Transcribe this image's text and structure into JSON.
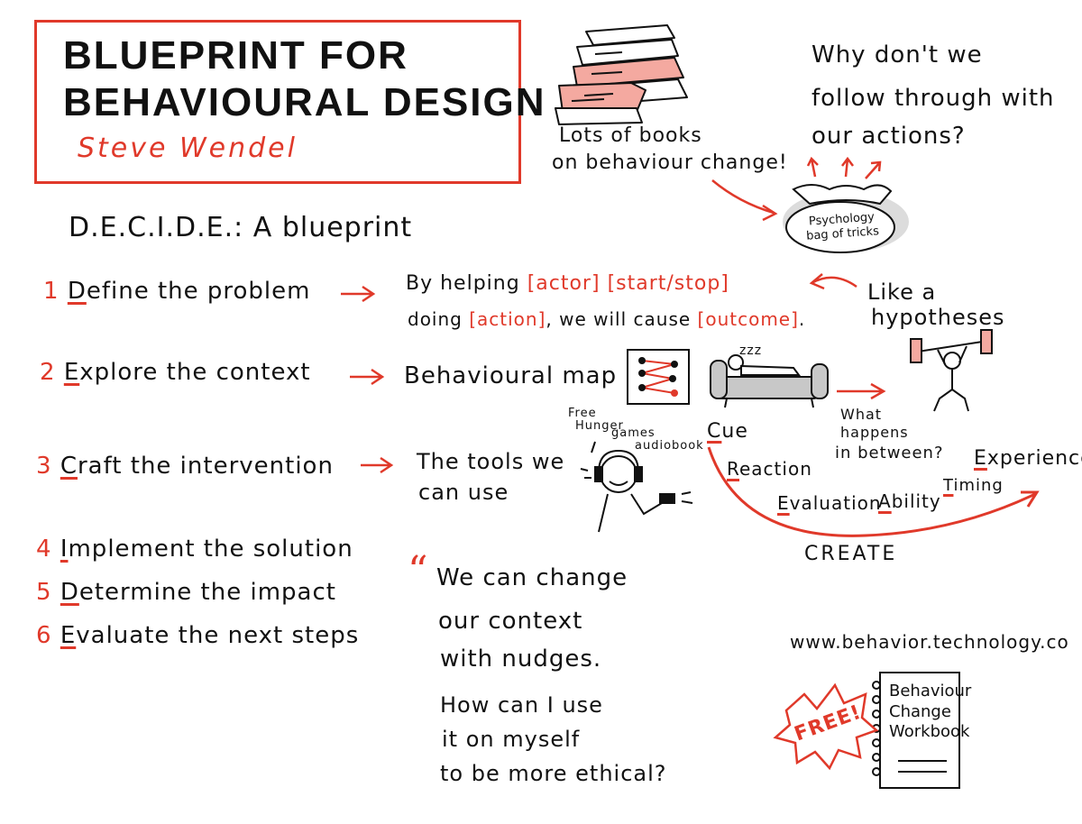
{
  "title": {
    "line1": "BLUEPRINT FOR",
    "line2": "BEHAVIOURAL DESIGN",
    "author": "Steve Wendel"
  },
  "books_note": {
    "line1": "Lots of books",
    "line2": "on behaviour change!"
  },
  "question": {
    "line1": "Why don't we",
    "line2": "follow through with",
    "line3": "our actions?"
  },
  "bag": {
    "line1": "Psychology",
    "line2": "bag of tricks"
  },
  "decide_heading": "D.E.C.I.D.E.: A blueprint",
  "steps": [
    {
      "number": "1",
      "initial": "D",
      "rest": "efine the problem"
    },
    {
      "number": "2",
      "initial": "E",
      "rest": "xplore the context"
    },
    {
      "number": "3",
      "initial": "C",
      "rest": "raft the intervention"
    },
    {
      "number": "4",
      "initial": "I",
      "rest": "mplement the solution"
    },
    {
      "number": "5",
      "initial": "D",
      "rest": "etermine the impact"
    },
    {
      "number": "6",
      "initial": "E",
      "rest": "valuate the next steps"
    }
  ],
  "step1_result": {
    "part1": "By helping",
    "actor": "[actor]",
    "startstop": "[start/stop]",
    "part2": "doing",
    "action": "[action]",
    "part3": ", we will cause",
    "outcome": "[outcome]",
    "end": "."
  },
  "hypothesis": {
    "line1": "Like a",
    "line2": "hypotheses"
  },
  "step2_result": "Behavioural map",
  "sleep_text": "zzz",
  "between": {
    "line1": "What",
    "line2": "happens",
    "line3": "in between?"
  },
  "step3_result": {
    "line1": "The tools we",
    "line2": "can use"
  },
  "audiobook": {
    "line1": "Free",
    "line2": "Hunger",
    "line3": "games",
    "line4": "audiobook"
  },
  "create": {
    "cue_initial": "C",
    "cue_rest": "ue",
    "reaction_initial": "R",
    "reaction_rest": "eaction",
    "evaluation_initial": "E",
    "evaluation_rest": "valuation",
    "ability_initial": "A",
    "ability_rest": "bility",
    "timing_initial": "T",
    "timing_rest": "iming",
    "experience_initial": "E",
    "experience_rest": "xperience",
    "label": "CREATE"
  },
  "quote": {
    "mark": "“",
    "line1": "We can change",
    "line2": "our context",
    "line3": "with nudges.",
    "line4": "How can I use",
    "line5": "it on myself",
    "line6": "to be more ethical?"
  },
  "website": "www.behavior.technology.co",
  "free_badge": "FREE!",
  "workbook": {
    "line1": "Behaviour",
    "line2": "Change",
    "line3": "Workbook"
  },
  "colors": {
    "accent": "#e0392a",
    "ink": "#111111",
    "book_fill": "#f4a9a0",
    "couch_fill": "#c8c8c8",
    "bag_fill": "#dcdcdc"
  }
}
